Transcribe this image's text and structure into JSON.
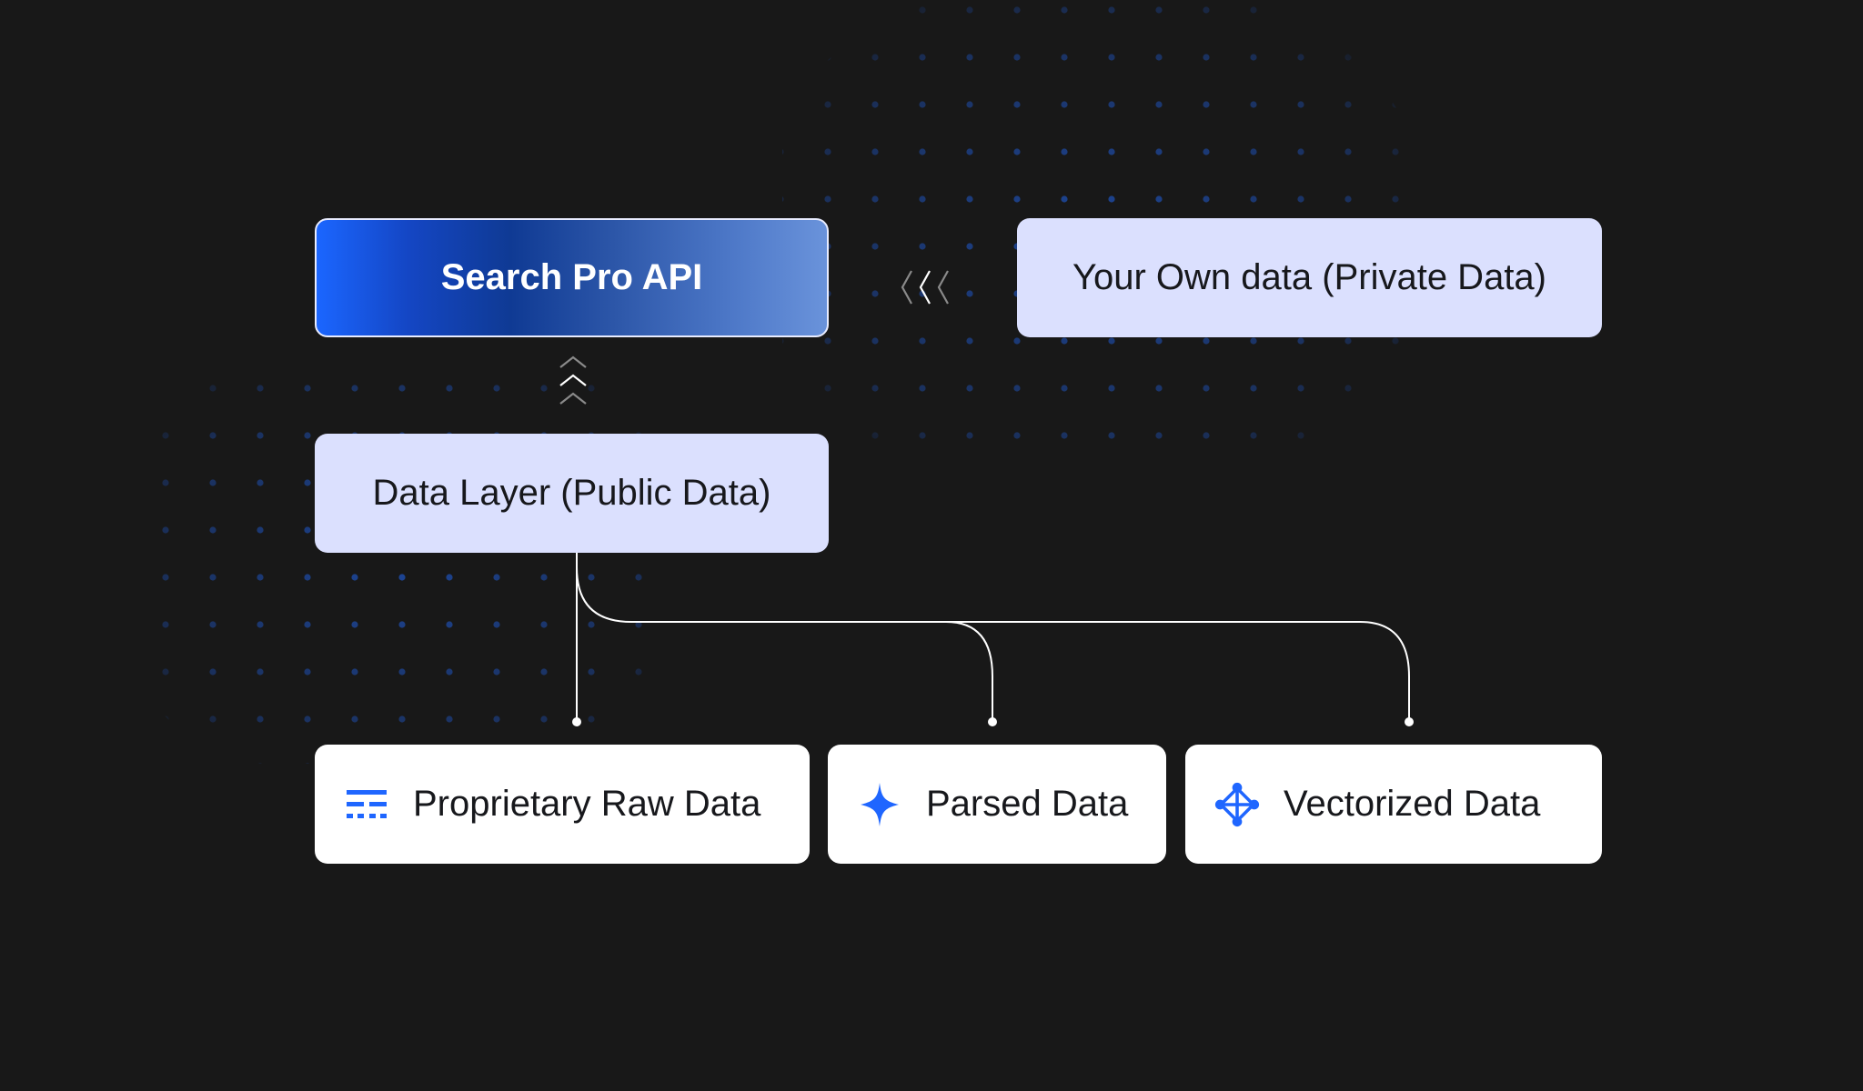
{
  "diagram": {
    "nodes": {
      "search_api": {
        "label": "Search Pro API"
      },
      "private_data": {
        "label": "Your Own data (Private Data)"
      },
      "data_layer": {
        "label": "Data Layer (Public Data)"
      },
      "raw_data": {
        "label": "Proprietary Raw Data",
        "icon": "dashed-lines-icon"
      },
      "parsed_data": {
        "label": "Parsed Data",
        "icon": "sparkle-icon"
      },
      "vectorized_data": {
        "label": "Vectorized Data",
        "icon": "network-node-icon"
      }
    },
    "edges": [
      {
        "from": "private_data",
        "to": "search_api",
        "marker": "chevrons-left"
      },
      {
        "from": "data_layer",
        "to": "search_api",
        "marker": "chevrons-up"
      },
      {
        "from": "data_layer",
        "to": "raw_data"
      },
      {
        "from": "data_layer",
        "to": "parsed_data"
      },
      {
        "from": "data_layer",
        "to": "vectorized_data"
      }
    ],
    "colors": {
      "background": "#181818",
      "accent": "#1f66ff",
      "soft_node": "#dbe0fe",
      "card": "#ffffff",
      "dot_grid": "#1d4596"
    }
  }
}
